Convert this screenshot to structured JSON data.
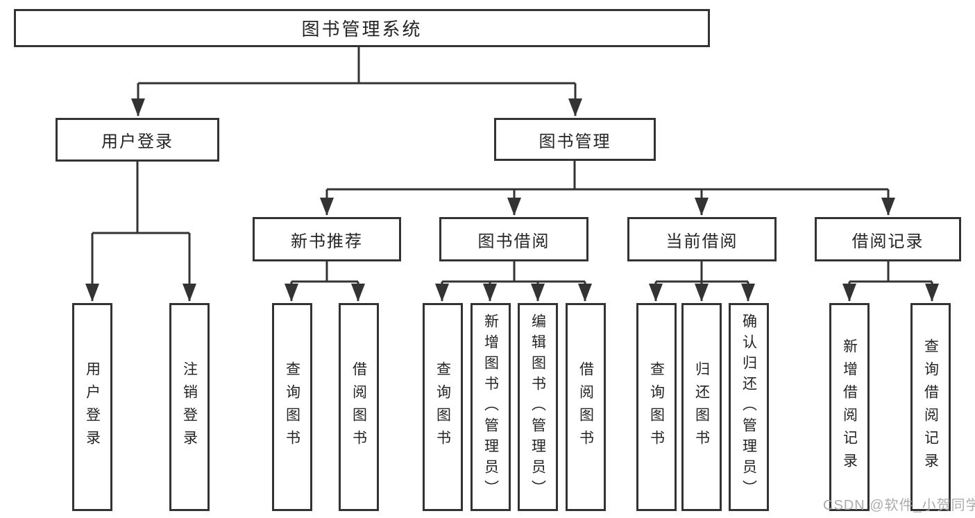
{
  "diagram": {
    "root": {
      "label": "图书管理系统"
    },
    "branches": [
      {
        "label": "用户登录",
        "children": [
          "用户登录",
          "注销登录"
        ]
      },
      {
        "label": "图书管理"
      }
    ],
    "modules": [
      {
        "label": "新书推荐",
        "children": [
          "查询图书",
          "借阅图书"
        ]
      },
      {
        "label": "图书借阅",
        "children": [
          "查询图书",
          "新增图书（管理员）",
          "编辑图书（管理员）",
          "借阅图书"
        ]
      },
      {
        "label": "当前借阅",
        "children": [
          "查询图书",
          "归还图书",
          "确认归还（管理员）"
        ]
      },
      {
        "label": "借阅记录",
        "children": [
          "新增借阅记录",
          "查询借阅记录"
        ]
      }
    ],
    "watermark": "CSDN @软件_小贺同学",
    "colors": {
      "background": "#ffffff",
      "line": "#333333",
      "text": "#242424",
      "watermark": "#a5a5a5"
    }
  }
}
